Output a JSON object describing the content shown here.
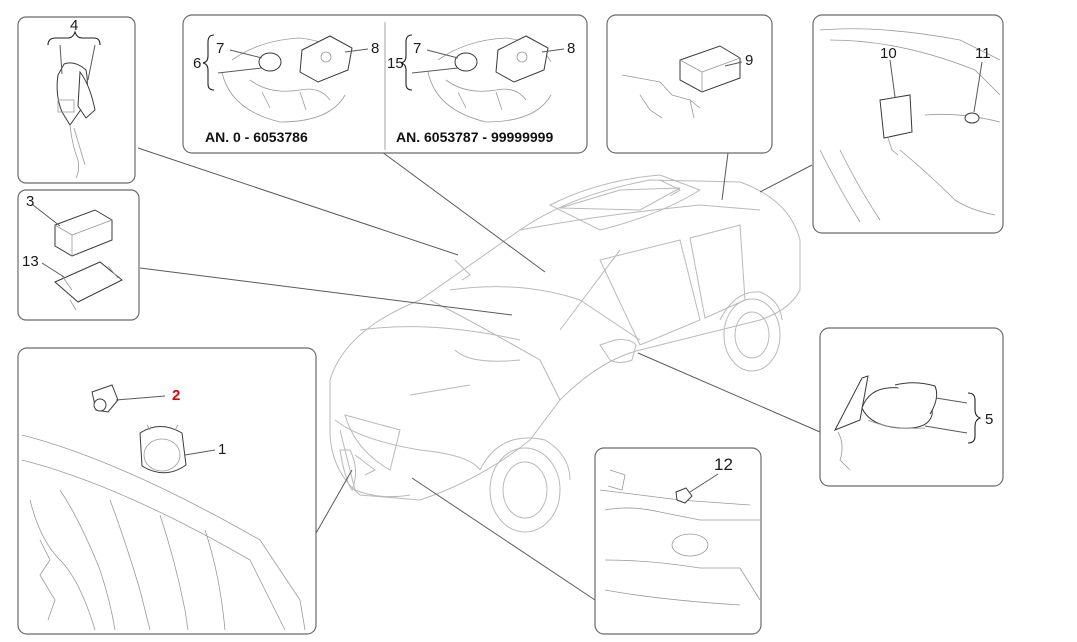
{
  "callouts": {
    "n1": "1",
    "n2": "2",
    "n3": "3",
    "n4": "4",
    "n5": "5",
    "n6": "6",
    "n7a": "7",
    "n7b": "7",
    "n8a": "8",
    "n8b": "8",
    "n9": "9",
    "n10": "10",
    "n11": "11",
    "n12": "12",
    "n13": "13",
    "n15": "15"
  },
  "ranges": {
    "left": "AN. 0 - 6053786",
    "right": "AN. 6053787 - 99999999"
  },
  "colors": {
    "highlight": "#e00000",
    "line": "#5a5a5a"
  }
}
